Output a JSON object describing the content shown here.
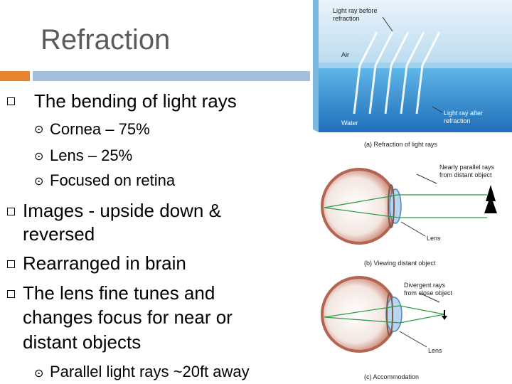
{
  "slide": {
    "title": "Refraction",
    "bullets": [
      {
        "text": "The bending of light rays"
      },
      {
        "text": "Images - upside down &"
      },
      {
        "text": "reversed"
      },
      {
        "text": "Rearranged in brain"
      },
      {
        "text": "The lens fine tunes and"
      },
      {
        "text": "changes focus for near or"
      },
      {
        "text": "distant objects"
      }
    ],
    "sub_bullets": {
      "cornea": "Cornea – 75%",
      "lens": "Lens – 25%",
      "focused": "Focused on retina",
      "parallel": "Parallel light rays ~20ft away"
    }
  },
  "figure": {
    "a_label_before": [
      "Light ray before",
      "refraction"
    ],
    "a_air": "Air",
    "a_water": "Water",
    "a_label_after": [
      "Light ray after",
      "refraction"
    ],
    "a_caption": "(a) Refraction of light rays",
    "b_label": [
      "Nearly parallel rays",
      "from distant object"
    ],
    "b_lens": "Lens",
    "b_caption": "(b) Viewing distant object",
    "c_label": [
      "Divergent rays",
      "from close object"
    ],
    "c_lens": "Lens",
    "c_caption": "(c) Accommodation"
  }
}
